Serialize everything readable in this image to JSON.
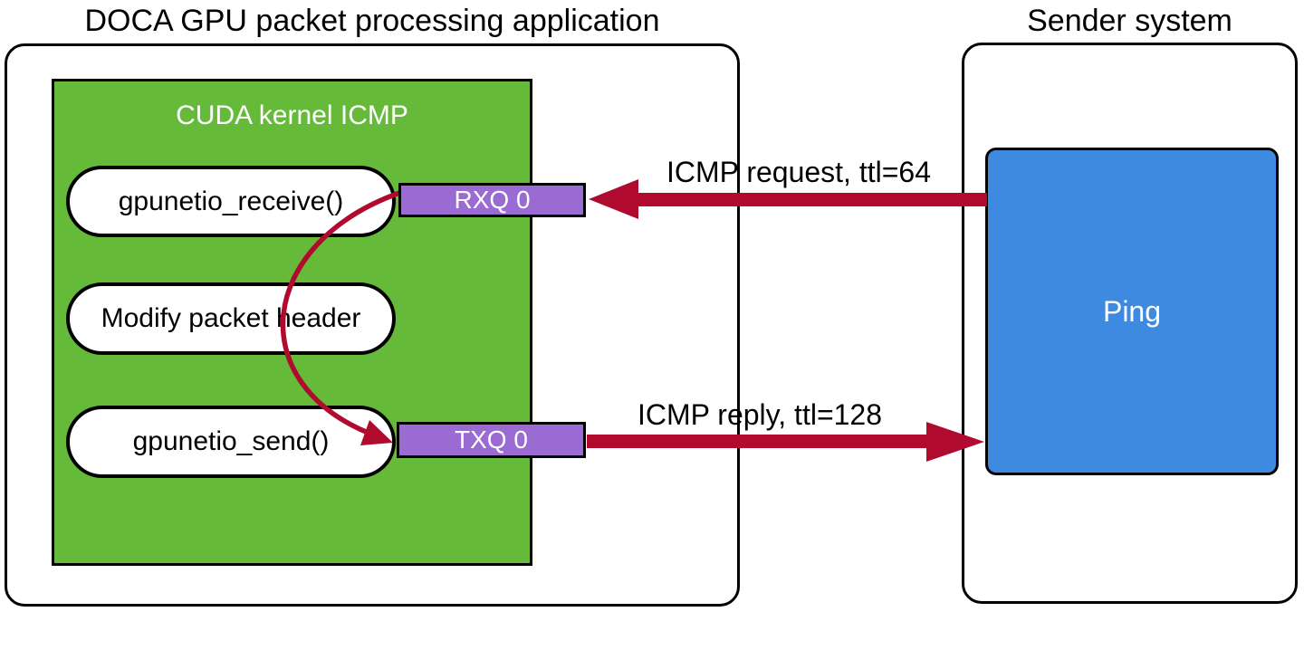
{
  "diagram": {
    "doca_app": {
      "title": "DOCA GPU packet processing application",
      "cuda_kernel": {
        "title": "CUDA kernel ICMP",
        "steps": [
          "gpunetio_receive()",
          "Modify packet header",
          "gpunetio_send()"
        ]
      },
      "rx_queue": "RXQ 0",
      "tx_queue": "TXQ 0"
    },
    "sender": {
      "title": "Sender system",
      "app": "Ping"
    },
    "flows": {
      "request": "ICMP request, ttl=64",
      "reply": "ICMP reply, ttl=128"
    },
    "colors": {
      "kernel_green": "#65BB39",
      "queue_purple": "#9A6BD3",
      "ping_blue": "#3E8AE0",
      "arrow_red": "#B00B2F",
      "outline_black": "#000000",
      "text_white": "#FFFFFF"
    }
  }
}
